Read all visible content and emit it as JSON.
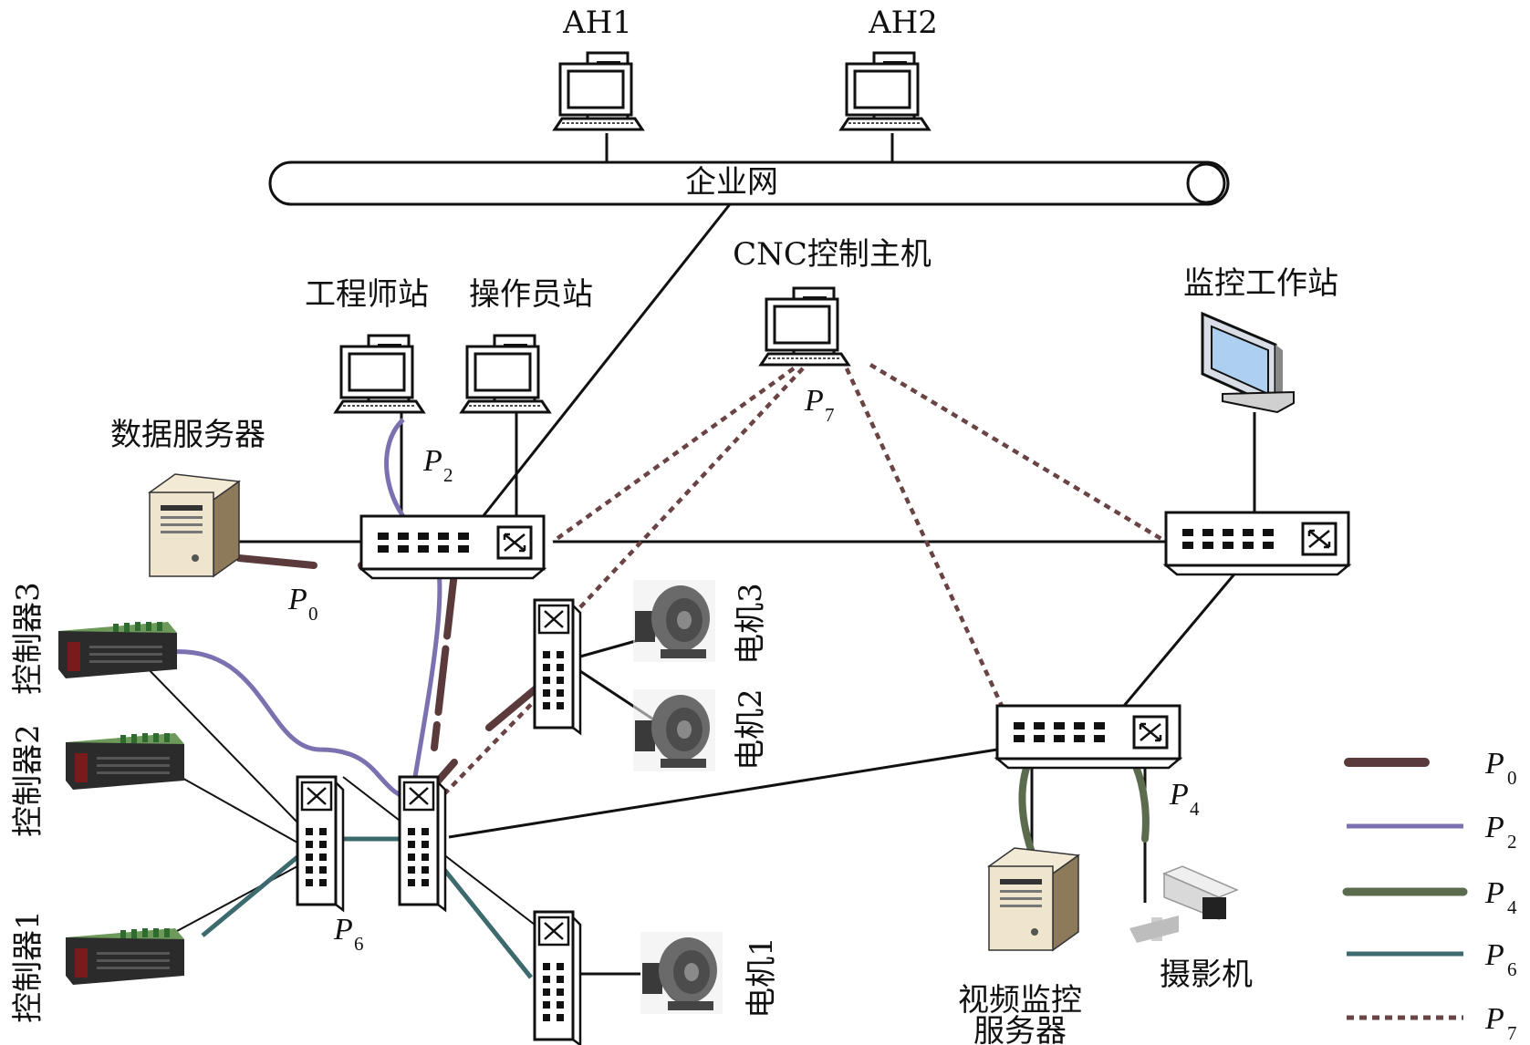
{
  "colors": {
    "p0": "#5a3a3a",
    "p2": "#7b70b0",
    "p4": "#5a6b4e",
    "p6": "#3d6a6e",
    "p7": "#6a4444",
    "link": "#111111"
  },
  "labels": {
    "ah1": "AH1",
    "ah2": "AH2",
    "enterprise_net": "企业网",
    "cnc_host": "CNC控制主机",
    "engineer_station": "工程师站",
    "operator_station": "操作员站",
    "monitor_station": "监控工作站",
    "data_server": "数据服务器",
    "controller1": "控制器1",
    "controller2": "控制器2",
    "controller3": "控制器3",
    "motor1": "电机1",
    "motor2": "电机2",
    "motor3": "电机3",
    "video_server_line1": "视频监控",
    "video_server_line2": "服务器",
    "camera": "摄影机"
  },
  "path_labels": {
    "p0": {
      "letter": "P",
      "sub": "0"
    },
    "p2": {
      "letter": "P",
      "sub": "2"
    },
    "p4": {
      "letter": "P",
      "sub": "4"
    },
    "p6": {
      "letter": "P",
      "sub": "6"
    },
    "p7": {
      "letter": "P",
      "sub": "7"
    }
  },
  "legend": [
    {
      "letter": "P",
      "sub": "0",
      "style": "thick-brown"
    },
    {
      "letter": "P",
      "sub": "2",
      "style": "purple"
    },
    {
      "letter": "P",
      "sub": "4",
      "style": "thick-green"
    },
    {
      "letter": "P",
      "sub": "6",
      "style": "teal"
    },
    {
      "letter": "P",
      "sub": "7",
      "style": "dotted-brown"
    }
  ],
  "icons": {
    "desktop": "desktop-computer-icon",
    "monitor": "lcd-monitor-icon",
    "server": "tower-server-icon",
    "switch": "network-switch-icon",
    "controller": "plc-controller-icon",
    "motor": "electric-motor-icon",
    "camera": "surveillance-camera-icon"
  }
}
